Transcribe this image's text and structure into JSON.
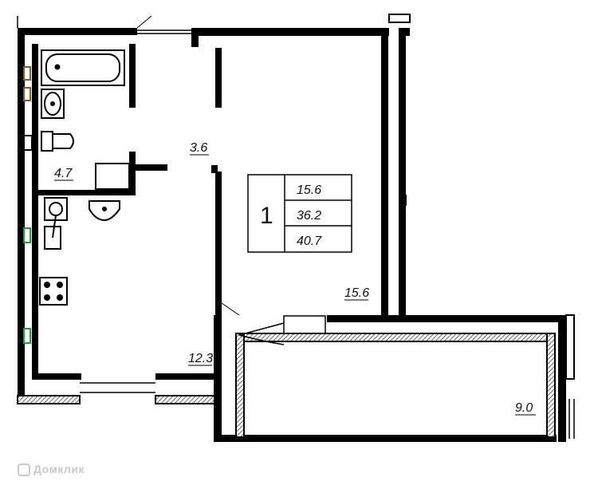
{
  "plan": {
    "rooms": [
      {
        "id": "bathroom",
        "area": "4.7"
      },
      {
        "id": "hallway",
        "area": "3.6"
      },
      {
        "id": "living-room",
        "area": "15.6"
      },
      {
        "id": "kitchen",
        "area": "12.3"
      },
      {
        "id": "balcony",
        "area": "9.0"
      }
    ],
    "summary": {
      "rooms_count": "1",
      "living_area": "15.6",
      "total_area": "36.2",
      "total_with_balcony": "40.7"
    }
  },
  "watermark": {
    "text": "Домклик"
  },
  "colors": {
    "wall": "#000000",
    "outlet_brown": "#8b5a2b",
    "outlet_green": "#1e9e3a",
    "hatch": "#777777"
  }
}
